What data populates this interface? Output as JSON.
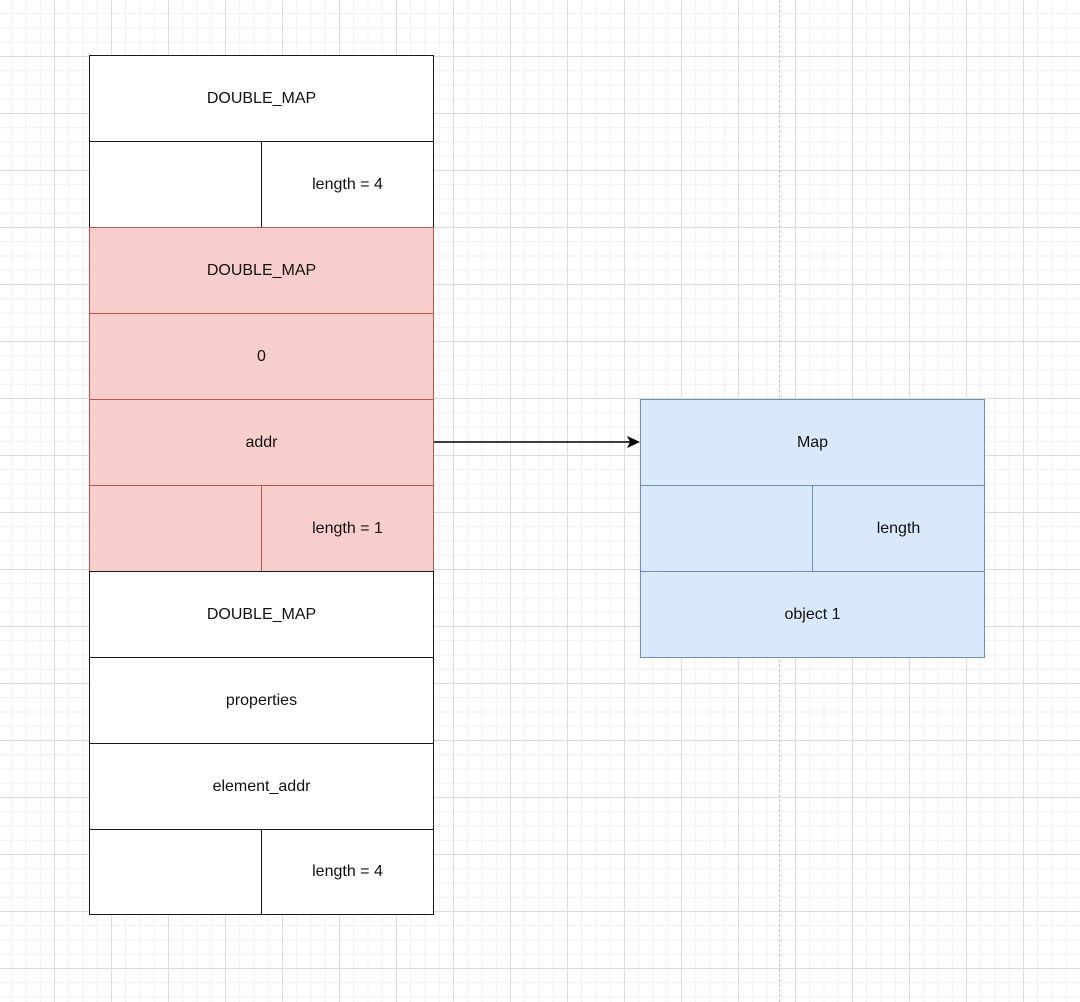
{
  "left_stack": {
    "cells": [
      {
        "text": "DOUBLE_MAP"
      },
      {
        "text": ""
      },
      {
        "text": "length = 4"
      },
      {
        "text": "DOUBLE_MAP"
      },
      {
        "text": "0"
      },
      {
        "text": "addr"
      },
      {
        "text": ""
      },
      {
        "text": "length = 1"
      },
      {
        "text": "DOUBLE_MAP"
      },
      {
        "text": "properties"
      },
      {
        "text": "element_addr"
      },
      {
        "text": ""
      },
      {
        "text": "length = 4"
      }
    ]
  },
  "right_stack": {
    "cells": [
      {
        "text": "Map"
      },
      {
        "text": ""
      },
      {
        "text": "length"
      },
      {
        "text": "object 1"
      }
    ]
  },
  "colors": {
    "red_fill": "#f8cecc",
    "red_stroke": "#b85450",
    "blue_fill": "#dae8fc",
    "blue_stroke": "#6c8ebf",
    "default_stroke": "#1a1a1a"
  }
}
